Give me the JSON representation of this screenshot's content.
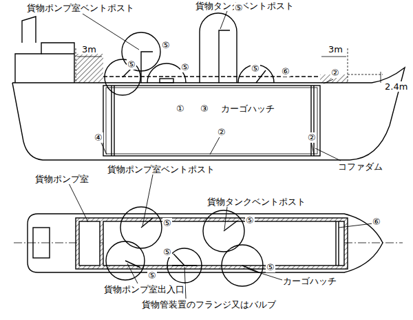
{
  "diagram": {
    "labels": [
      "貨物ポンプ室ベントポスト",
      "貨物タンクベントポスト",
      "⑤",
      "⑤",
      "3m",
      "⑤",
      "⑤",
      "⑤",
      "⑥",
      "②",
      "3m",
      "2.4m",
      "①",
      "③",
      "カーゴハッチ",
      "②",
      "④",
      "②",
      "コファダム",
      "貨物ポンプ室ベントポスト",
      "貨物ポンプ室",
      "貨物タンクベントポスト",
      "⑥",
      "⑤",
      "⑤",
      "⑤",
      "⑤",
      "⑤",
      "カーゴハッチ",
      "貨物ポンプ室出入口",
      "貨物管装置のフランジ又はバルブ"
    ]
  }
}
